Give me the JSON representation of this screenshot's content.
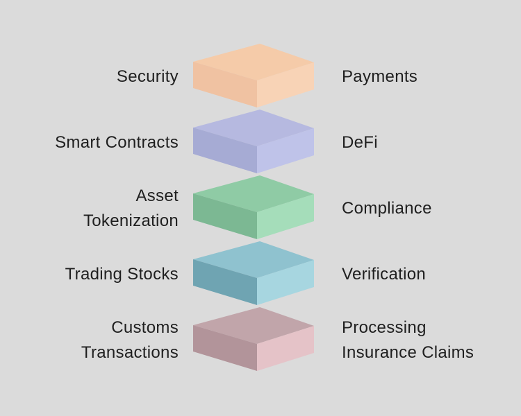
{
  "page": {
    "background": "#DBDBDB",
    "text_color": "#1F1F1F",
    "description": "Stack of five 3D layer blocks with blockchain use-case labels on both sides"
  },
  "rows": [
    {
      "left_label": "Security",
      "right_label": "Payments",
      "colors": {
        "top": "#F5CBA9",
        "left": "#F0C2A2",
        "right": "#F8D3B6"
      }
    },
    {
      "left_label": "Smart Contracts",
      "right_label": "DeFi",
      "colors": {
        "top": "#B6B9E0",
        "left": "#A6ABD4",
        "right": "#BFC3E9"
      }
    },
    {
      "left_label": "Asset\nTokenization",
      "right_label": "Compliance",
      "colors": {
        "top": "#8FCBA5",
        "left": "#7CB893",
        "right": "#A5DDBA"
      }
    },
    {
      "left_label": "Trading Stocks",
      "right_label": "Verification",
      "colors": {
        "top": "#8FC2CF",
        "left": "#6FA4B2",
        "right": "#A7D6E0"
      }
    },
    {
      "left_label": "Customs\nTransactions",
      "right_label": "Processing\nInsurance Claims",
      "colors": {
        "top": "#C1A5AA",
        "left": "#B2949A",
        "right": "#E5C3C8"
      }
    }
  ]
}
